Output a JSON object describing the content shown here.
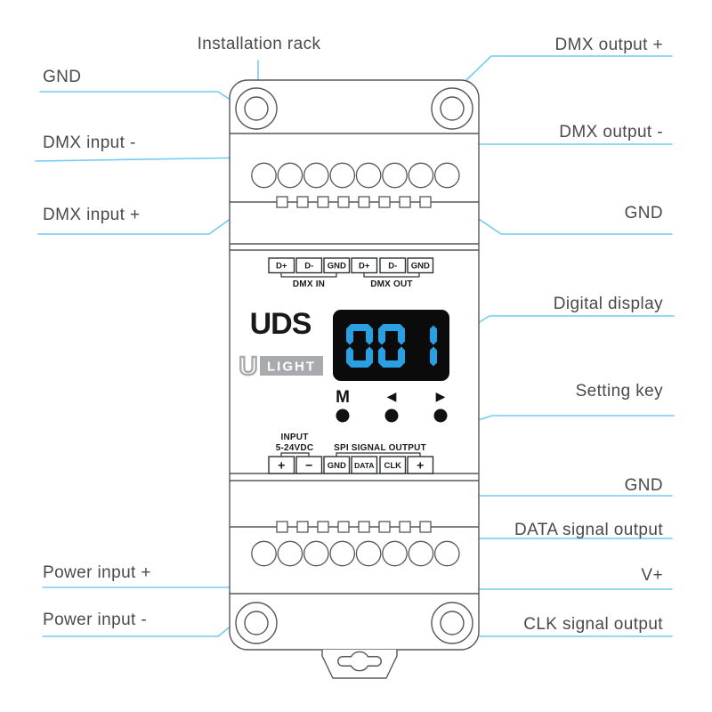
{
  "device": {
    "model": "UDS",
    "brand": {
      "initial": "U",
      "rest": "LIGHT"
    },
    "display_value": "001",
    "buttons": {
      "menu": "M",
      "prev": "◀",
      "next": "▶"
    },
    "dmx_terminals": [
      "D+",
      "D-",
      "GND",
      "D+",
      "D-",
      "GND"
    ],
    "dmx_in_label": "DMX IN",
    "dmx_out_label": "DMX OUT",
    "input_label_line1": "INPUT",
    "input_label_line2": "5-24VDC",
    "spi_label": "SPI SIGNAL OUTPUT",
    "spi_terminals": [
      "+",
      "−",
      "GND",
      "DATA",
      "CLK",
      "+"
    ]
  },
  "callouts": {
    "installation_rack": "Installation rack",
    "gnd_dmx_in": "GND",
    "dmx_input_minus": "DMX input -",
    "dmx_input_plus": "DMX input +",
    "power_input_plus": "Power input +",
    "power_input_minus": "Power input -",
    "dmx_output_plus": "DMX output +",
    "dmx_output_minus": "DMX output -",
    "gnd_dmx_out": "GND",
    "digital_display": "Digital display",
    "setting_key": "Setting key",
    "gnd_spi": "GND",
    "data_signal_output": "DATA signal output",
    "v_plus": "V+",
    "clk_signal_output": "CLK signal output"
  },
  "colors": {
    "leader_line": "#72cbf2",
    "display_digit": "#2aa0e4",
    "display_bg": "#0b0b0c",
    "outline": "#55565a",
    "label_text": "#4a4a4c",
    "logo_gray": "#a8aaad"
  }
}
